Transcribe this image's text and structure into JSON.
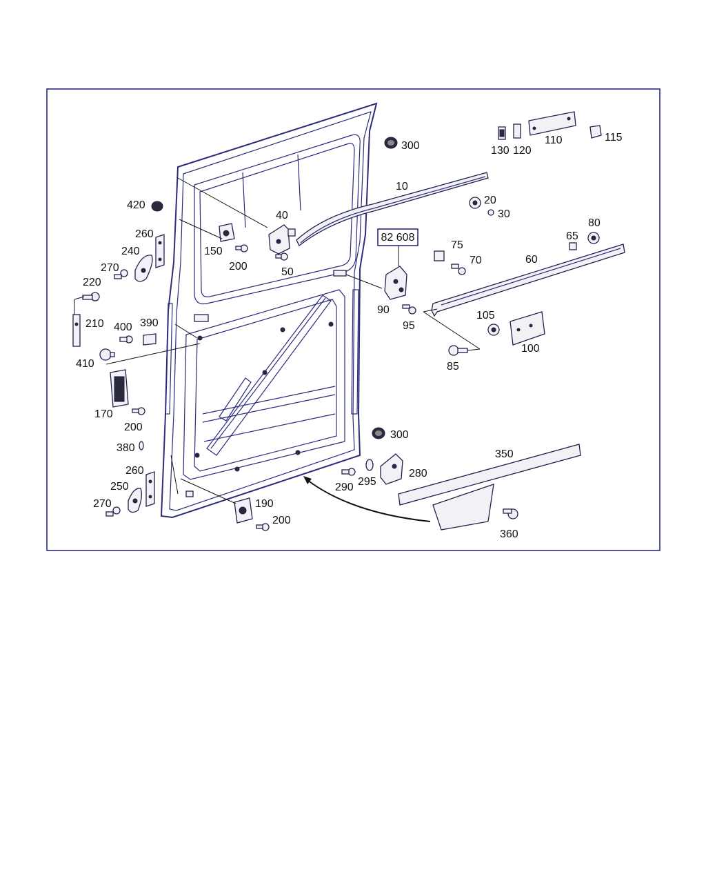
{
  "colors": {
    "frame": "#1a1a7a",
    "door_outline": "#2b2b7a",
    "label": "#111111",
    "background": "#ffffff"
  },
  "callouts": [
    {
      "id": "c300a",
      "text": "300"
    },
    {
      "id": "c130",
      "text": "130"
    },
    {
      "id": "c120",
      "text": "120"
    },
    {
      "id": "c110",
      "text": "110"
    },
    {
      "id": "c115",
      "text": "115"
    },
    {
      "id": "c10",
      "text": "10"
    },
    {
      "id": "c20",
      "text": "20"
    },
    {
      "id": "c30",
      "text": "30"
    },
    {
      "id": "c420",
      "text": "420"
    },
    {
      "id": "c40",
      "text": "40"
    },
    {
      "id": "c260a",
      "text": "260"
    },
    {
      "id": "c150",
      "text": "150"
    },
    {
      "id": "c240",
      "text": "240"
    },
    {
      "id": "c200a",
      "text": "200"
    },
    {
      "id": "c50",
      "text": "50"
    },
    {
      "id": "c270a",
      "text": "270"
    },
    {
      "id": "c220",
      "text": "220"
    },
    {
      "id": "c75",
      "text": "75"
    },
    {
      "id": "c70",
      "text": "70"
    },
    {
      "id": "c65",
      "text": "65"
    },
    {
      "id": "c80",
      "text": "80"
    },
    {
      "id": "c60",
      "text": "60"
    },
    {
      "id": "c90",
      "text": "90"
    },
    {
      "id": "c95",
      "text": "95"
    },
    {
      "id": "c210",
      "text": "210"
    },
    {
      "id": "c400",
      "text": "400"
    },
    {
      "id": "c390",
      "text": "390"
    },
    {
      "id": "c105",
      "text": "105"
    },
    {
      "id": "c100",
      "text": "100"
    },
    {
      "id": "c410",
      "text": "410"
    },
    {
      "id": "c85",
      "text": "85"
    },
    {
      "id": "c170",
      "text": "170"
    },
    {
      "id": "c200b",
      "text": "200"
    },
    {
      "id": "c300b",
      "text": "300"
    },
    {
      "id": "c380",
      "text": "380"
    },
    {
      "id": "c350",
      "text": "350"
    },
    {
      "id": "c260b",
      "text": "260"
    },
    {
      "id": "c280",
      "text": "280"
    },
    {
      "id": "c250",
      "text": "250"
    },
    {
      "id": "c290",
      "text": "290"
    },
    {
      "id": "c295",
      "text": "295"
    },
    {
      "id": "c270b",
      "text": "270"
    },
    {
      "id": "c190",
      "text": "190"
    },
    {
      "id": "c200c",
      "text": "200"
    },
    {
      "id": "c360",
      "text": "360"
    }
  ],
  "boxed_label": "82 608"
}
